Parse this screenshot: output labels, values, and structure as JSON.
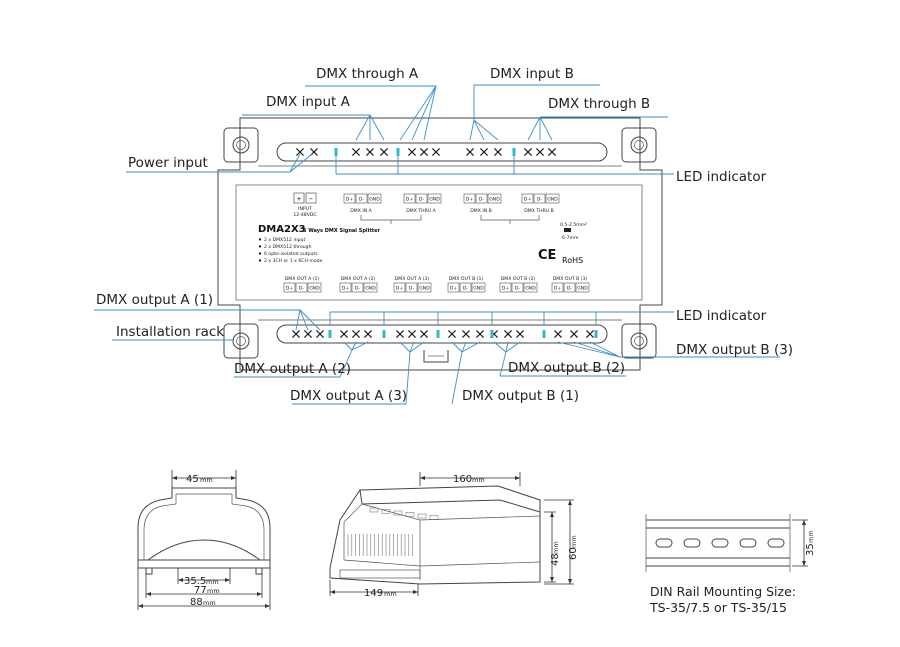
{
  "callouts": {
    "dmx_through_a": "DMX through A",
    "dmx_input_b": "DMX input B",
    "dmx_input_a": "DMX input A",
    "dmx_through_b": "DMX through B",
    "power_input": "Power input",
    "led_indicator_top": "LED indicator",
    "led_indicator_bottom": "LED indicator",
    "dmx_output_a1": "DMX output A (1)",
    "installation_rack": "Installation rack",
    "dmx_output_a2": "DMX output A (2)",
    "dmx_output_a3": "DMX output A (3)",
    "dmx_output_b1": "DMX output B (1)",
    "dmx_output_b2": "DMX output B (2)",
    "dmx_output_b3": "DMX output B (3)"
  },
  "device": {
    "model": "DMA2X3",
    "subtitle": "6 Ways DMX Signal Splitter",
    "features": [
      "2 x DMX512 input",
      "2 x DMX512 through",
      "6 opto-isolated outputs",
      "2 x 3CH or 1 x 6CH mode"
    ],
    "input_label": "INPUT",
    "input_voltage": "12-48VDC",
    "plus": "+",
    "minus": "−",
    "dmx_in_a": "DMX IN A",
    "dmx_thru_a": "DMX THRU A",
    "dmx_in_b": "DMX IN B",
    "dmx_thru_b": "DMX THRU B",
    "terminals": [
      "D+",
      "D-",
      "GND"
    ],
    "wire_spec_1": "0.5-2.5mm²",
    "wire_spec_2": "6-7mm",
    "ce": "CE",
    "rohs": "RoHS",
    "out_labels": [
      "DMX OUT A (1)",
      "DMX OUT A (2)",
      "DMX OUT A (3)",
      "DMX OUT B (1)",
      "DMX OUT B (2)",
      "DMX OUT B (3)"
    ]
  },
  "dimensions": {
    "d45": "45",
    "d35_5": "35.5",
    "d77": "77",
    "d88": "88",
    "d160": "160",
    "d149": "149",
    "d48": "48",
    "d60": "60",
    "d35": "35",
    "mm": "mm"
  },
  "din_rail": {
    "line1": "DIN Rail Mounting Size:",
    "line2": "TS-35/7.5 or TS-35/15"
  },
  "colors": {
    "callout_line": "#3a8fc9",
    "led": "#35b8c8",
    "outline": "#444444"
  }
}
